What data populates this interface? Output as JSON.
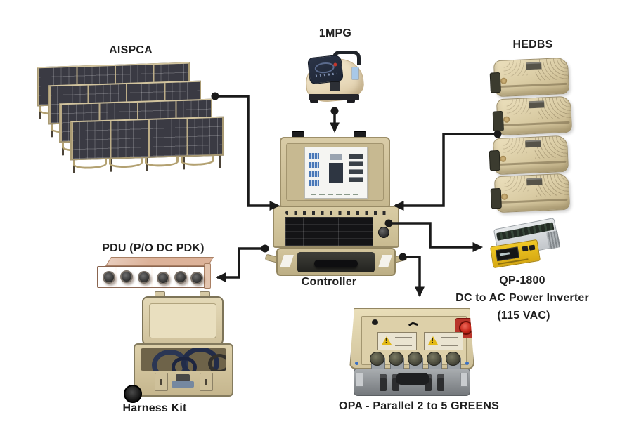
{
  "diagram": {
    "nodes": {
      "aispca": {
        "label": "AISPCA",
        "solar_array_count": 4
      },
      "generator": {
        "label": "1MPG"
      },
      "hedbs": {
        "label": "HEDBS",
        "case_count": 4
      },
      "controller": {
        "label": "Controller"
      },
      "pdu": {
        "label": "PDU (P/O DC PDK)",
        "connector_count": 6
      },
      "inverter": {
        "model": "QP-1800",
        "description": "DC to AC Power Inverter",
        "voltage": "(115 VAC)"
      },
      "harness_kit": {
        "label": "Harness Kit"
      },
      "opa": {
        "label": "OPA - Parallel 2 to 5 GREENS",
        "connector_count": 5
      }
    },
    "connections": [
      {
        "from": "AISPCA",
        "to": "Controller"
      },
      {
        "from": "1MPG",
        "to": "Controller"
      },
      {
        "from": "HEDBS",
        "to": "Controller"
      },
      {
        "from": "Controller",
        "to": "QP-1800 DC to AC Power Inverter"
      },
      {
        "from": "Controller",
        "to": "PDU (P/O DC PDK)"
      },
      {
        "from": "Controller",
        "to": "OPA - Parallel 2 to 5 GREENS"
      }
    ],
    "colors": {
      "background": "#ffffff",
      "arrow": "#1a1a1a",
      "label_text": "#1f1f1f",
      "case_tan": "#d5c8a2",
      "inverter_yellow": "#e7bd1e",
      "opa_button_red": "#c7271a",
      "pdu_copper": "#c59a7e",
      "solar_cell_dark": "#3a3a43"
    }
  }
}
